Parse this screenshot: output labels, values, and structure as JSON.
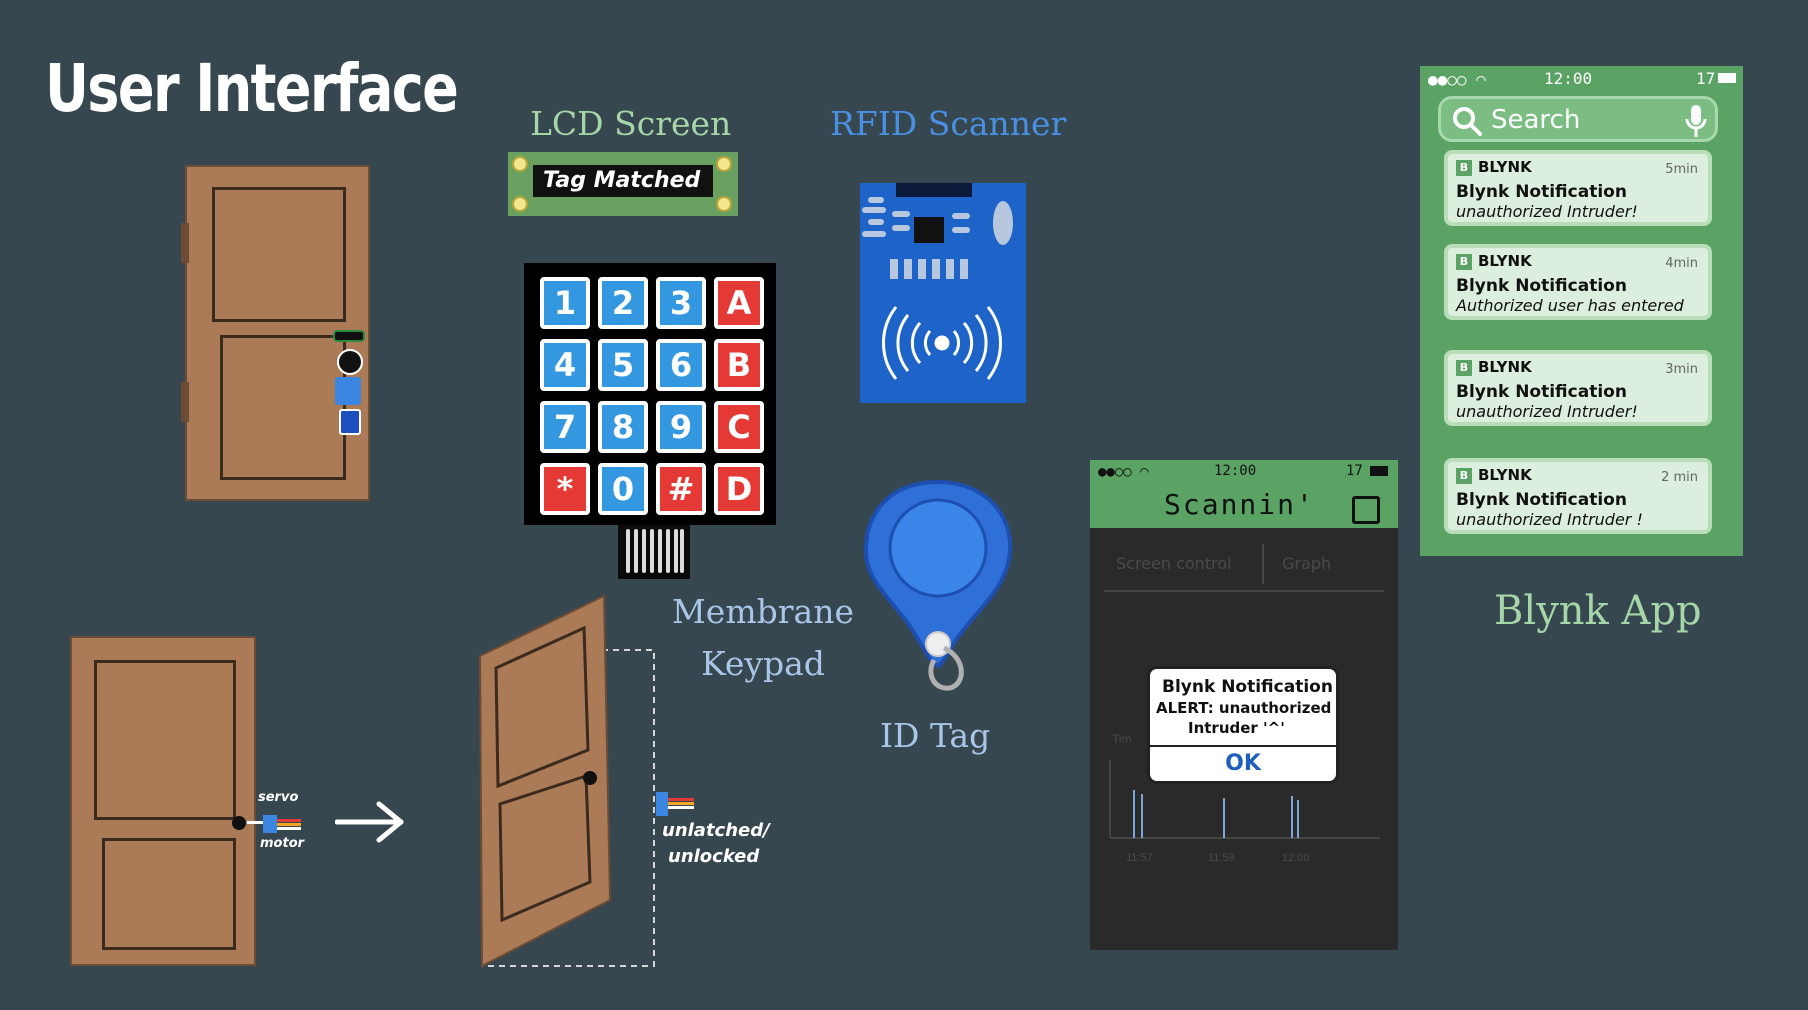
{
  "title": "User Interface",
  "labels": {
    "lcd": "LCD Screen",
    "rfid": "RFID Scanner",
    "keypad_line1": "Membrane",
    "keypad_line2": "Keypad",
    "id_tag": "ID Tag",
    "blynk_app": "Blynk App"
  },
  "lcd_text": "Tag Matched",
  "keypad_keys": [
    "1",
    "2",
    "3",
    "A",
    "4",
    "5",
    "6",
    "B",
    "7",
    "8",
    "9",
    "C",
    "*",
    "0",
    "#",
    "D"
  ],
  "servo": {
    "label_top": "servo",
    "label_bottom": "motor",
    "status_line1": "unlatched/",
    "status_line2": "unlocked"
  },
  "blynk_phone": {
    "status_time": "12:00",
    "status_battery": "17",
    "search_placeholder": "Search",
    "notifications": [
      {
        "app": "BLYNK",
        "time": "5min",
        "title": "Blynk Notification",
        "message": "unauthorized Intruder!"
      },
      {
        "app": "BLYNK",
        "time": "4min",
        "title": "Blynk Notification",
        "message": "Authorized user has entered"
      },
      {
        "app": "BLYNK",
        "time": "3min",
        "title": "Blynk Notification",
        "message": "unauthorized Intruder!"
      },
      {
        "app": "BLYNK",
        "time": "2 min",
        "title": "Blynk Notification",
        "message": "unauthorized Intruder !"
      }
    ]
  },
  "scan_phone": {
    "status_time": "12:00",
    "status_battery": "17",
    "header": "Scannin'",
    "tab1": "Screen control",
    "tab2": "Graph",
    "graph_axis_label": "Tim",
    "x_ticks": [
      "11:57",
      "11:59",
      "12:00"
    ],
    "alert_title": "Blynk Notification",
    "alert_line2": "ALERT: unauthorized",
    "alert_line3": "Intruder '^'",
    "alert_ok": "OK"
  },
  "colors": {
    "background": "#37474f",
    "door": "#ab7a56",
    "blynk_green": "#5aa365",
    "rfid_blue": "#1e63c8",
    "key_blue": "#3498e0",
    "key_red": "#e53935"
  }
}
